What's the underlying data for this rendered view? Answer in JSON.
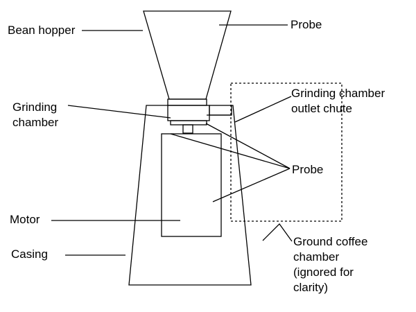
{
  "colors": {
    "stroke": "#000000",
    "background": "#ffffff",
    "text": "#000000"
  },
  "labels": {
    "bean_hopper": "Bean hopper",
    "probe_top": "Probe",
    "grinding_chamber": [
      "Grinding",
      "chamber"
    ],
    "grinding_chamber_outlet_chute": [
      "Grinding chamber",
      "outlet chute"
    ],
    "probe_middle": "Probe",
    "motor": "Motor",
    "casing": "Casing",
    "ground_coffee_chamber": [
      "Ground coffee",
      "chamber",
      "(ignored for",
      "clarity)"
    ]
  }
}
